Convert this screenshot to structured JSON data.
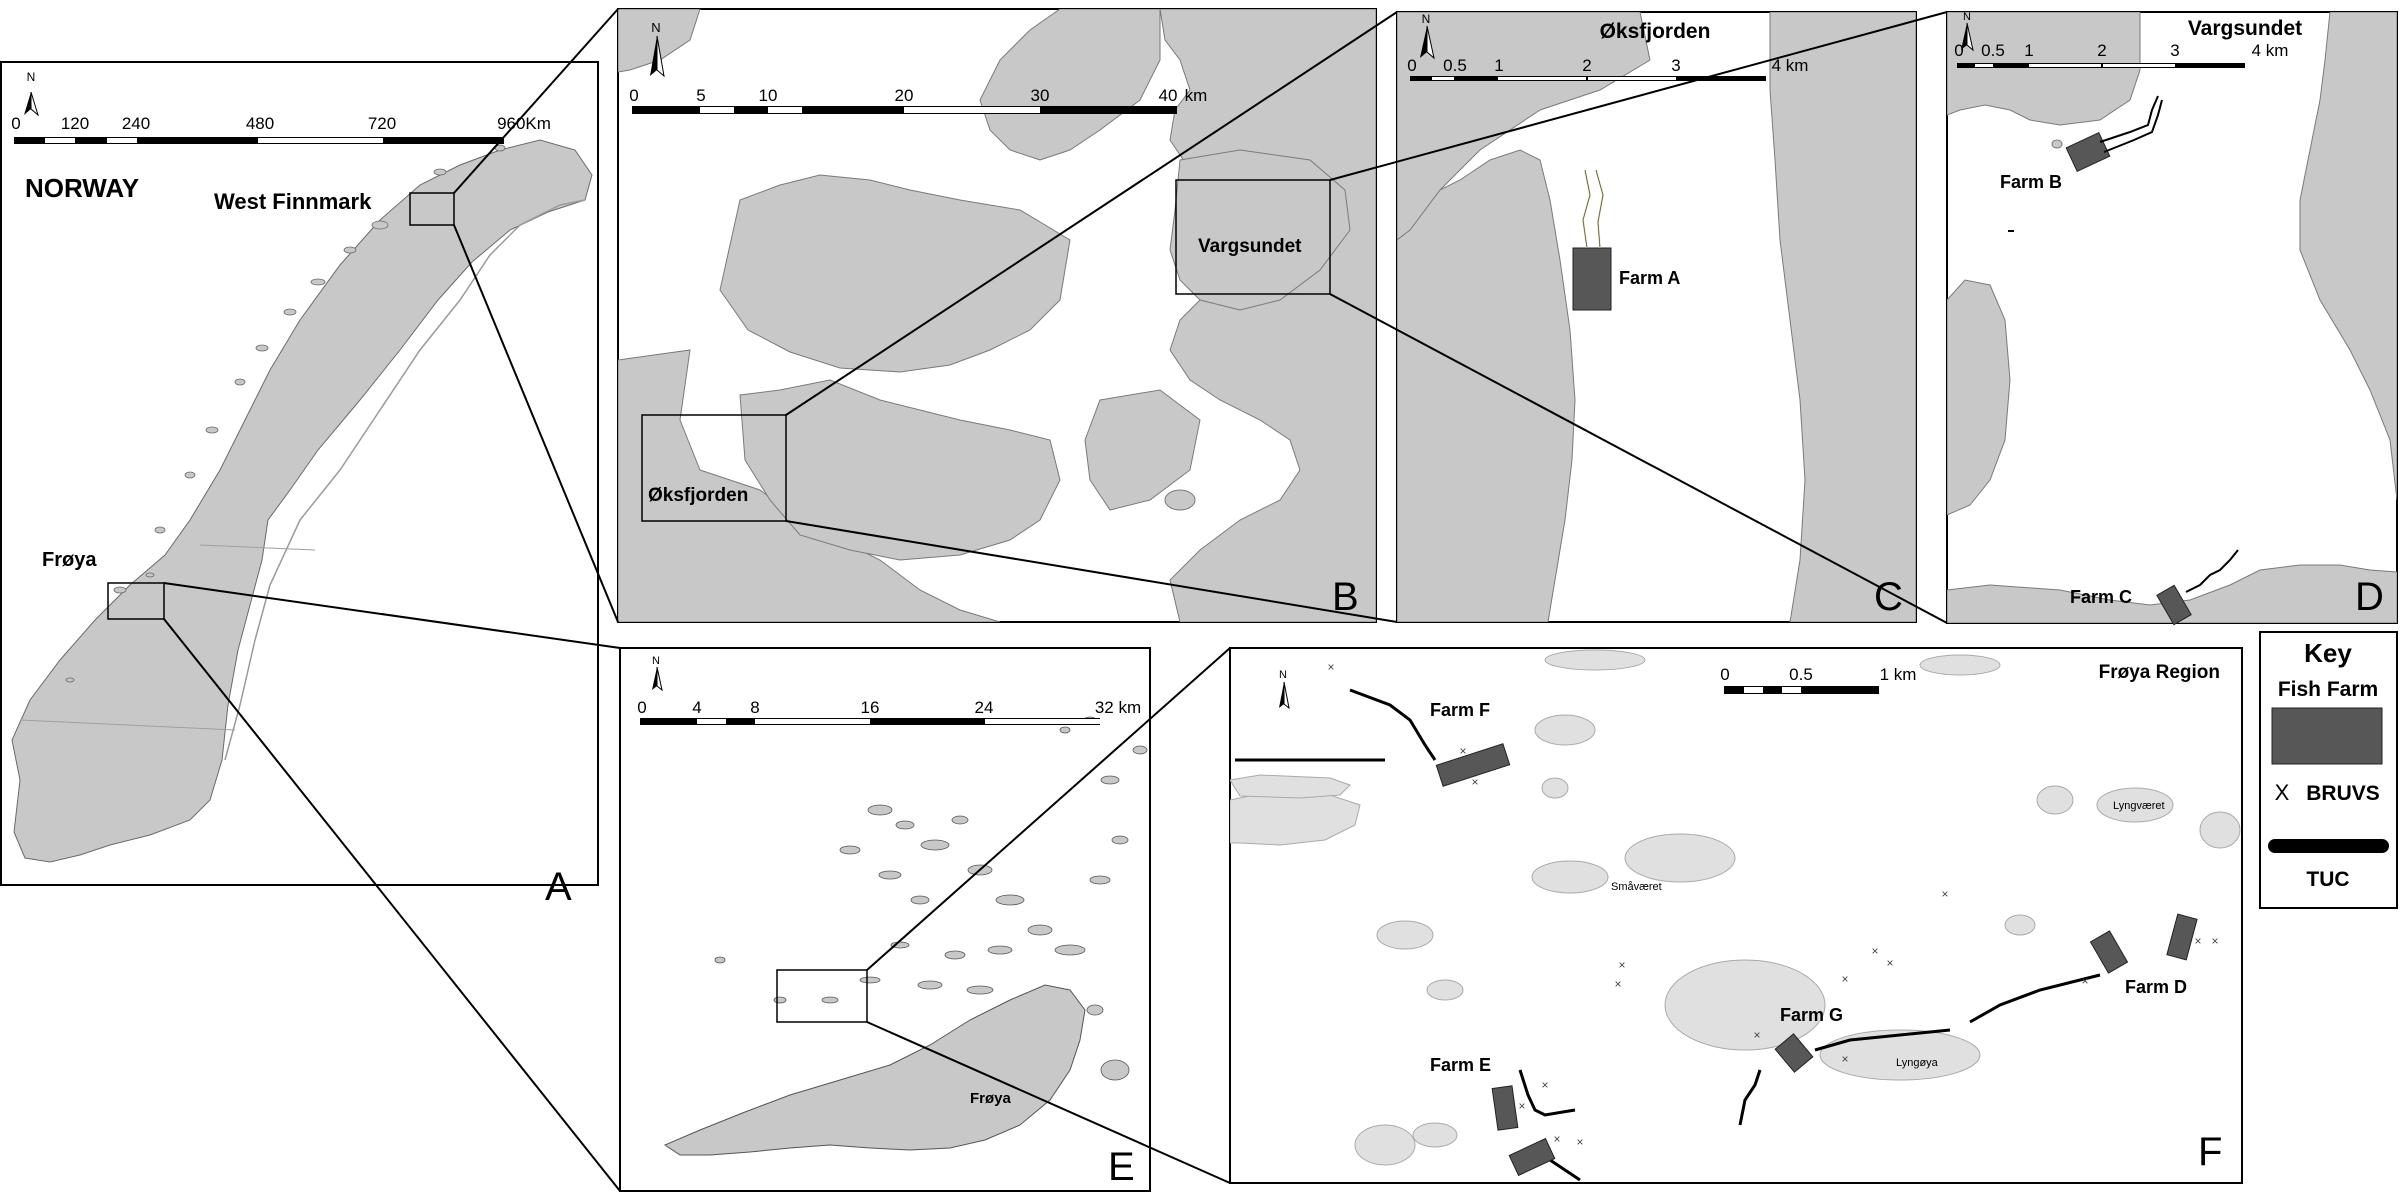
{
  "panelA": {
    "letter": "A",
    "country": "NORWAY",
    "north": "N",
    "scale_ticks": [
      "0",
      "120",
      "240",
      "480",
      "720",
      "960Km"
    ],
    "inset_labels": [
      "West Finnmark",
      "Frøya"
    ]
  },
  "panelB": {
    "letter": "B",
    "north": "N",
    "scale_ticks": [
      "0",
      "5",
      "10",
      "20",
      "30",
      "40"
    ],
    "scale_unit": "km",
    "place_labels": [
      "Vargsundet",
      "Øksfjorden"
    ]
  },
  "panelC": {
    "letter": "C",
    "north": "N",
    "title": "Øksfjorden",
    "scale_ticks": [
      "0",
      "0.5",
      "1",
      "2",
      "3",
      "4 km"
    ],
    "farm_labels": [
      "Farm A"
    ]
  },
  "panelD": {
    "letter": "D",
    "north": "N",
    "title": "Vargsundet",
    "scale_ticks": [
      "0",
      "0.5",
      "1",
      "2",
      "3",
      "4 km"
    ],
    "farm_labels": [
      "Farm B",
      "Farm C"
    ]
  },
  "panelE": {
    "letter": "E",
    "north": "N",
    "scale_ticks": [
      "0",
      "4",
      "8",
      "16",
      "24",
      "32 km"
    ],
    "island_label": "Frøya"
  },
  "panelF": {
    "letter": "F",
    "north": "N",
    "title": "Frøya Region",
    "scale_ticks": [
      "0",
      "0.5",
      "1 km"
    ],
    "farm_labels": [
      "Farm F",
      "Farm E",
      "Farm G",
      "Farm D"
    ],
    "island_labels": [
      "Lyngværet",
      "Småværet",
      "Lyngøya"
    ]
  },
  "key": {
    "title": "Key",
    "fish_farm": "Fish Farm",
    "bruvs_marker": "X",
    "bruvs": "BRUVS",
    "tuc": "TUC"
  },
  "colors": {
    "land": "#c8c8c8",
    "islet": "#e0e0e0",
    "farm": "#575757",
    "frame": "#000000"
  }
}
